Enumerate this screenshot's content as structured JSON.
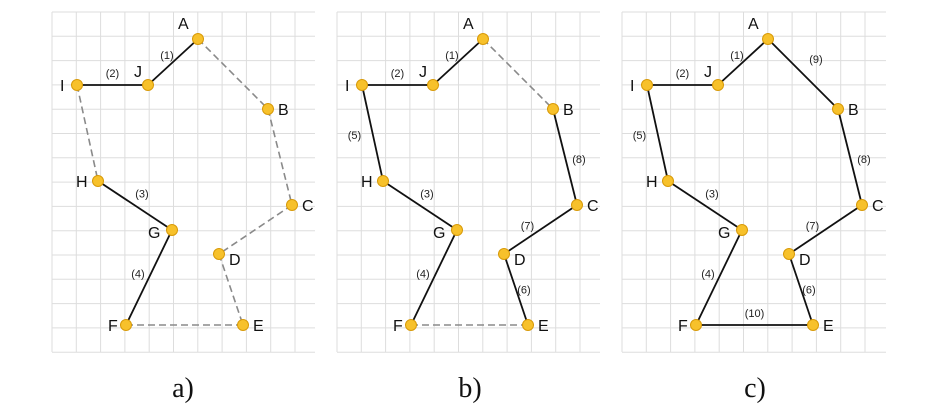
{
  "colors": {
    "grid": "#dddddd",
    "node_fill": "#f7c12b",
    "node_stroke": "#d89a08",
    "solid_edge": "#111111",
    "dashed_edge": "#8a8a8a"
  },
  "nodes": [
    "A",
    "B",
    "C",
    "D",
    "E",
    "F",
    "G",
    "H",
    "I",
    "J"
  ],
  "panels": [
    {
      "caption": "a)",
      "edges": [
        {
          "from": "A",
          "to": "J",
          "label": "(1)",
          "style": "solid"
        },
        {
          "from": "J",
          "to": "I",
          "label": "(2)",
          "style": "solid"
        },
        {
          "from": "H",
          "to": "G",
          "label": "(3)",
          "style": "solid"
        },
        {
          "from": "G",
          "to": "F",
          "label": "(4)",
          "style": "solid"
        },
        {
          "from": "A",
          "to": "B",
          "label": "",
          "style": "dashed"
        },
        {
          "from": "B",
          "to": "C",
          "label": "",
          "style": "dashed"
        },
        {
          "from": "C",
          "to": "D",
          "label": "",
          "style": "dashed"
        },
        {
          "from": "D",
          "to": "E",
          "label": "",
          "style": "dashed"
        },
        {
          "from": "E",
          "to": "F",
          "label": "",
          "style": "dashed"
        },
        {
          "from": "I",
          "to": "H",
          "label": "",
          "style": "dashed"
        }
      ]
    },
    {
      "caption": "b)",
      "edges": [
        {
          "from": "A",
          "to": "J",
          "label": "(1)",
          "style": "solid"
        },
        {
          "from": "J",
          "to": "I",
          "label": "(2)",
          "style": "solid"
        },
        {
          "from": "H",
          "to": "G",
          "label": "(3)",
          "style": "solid"
        },
        {
          "from": "G",
          "to": "F",
          "label": "(4)",
          "style": "solid"
        },
        {
          "from": "I",
          "to": "H",
          "label": "(5)",
          "style": "solid"
        },
        {
          "from": "D",
          "to": "E",
          "label": "(6)",
          "style": "solid"
        },
        {
          "from": "C",
          "to": "D",
          "label": "(7)",
          "style": "solid"
        },
        {
          "from": "B",
          "to": "C",
          "label": "(8)",
          "style": "solid"
        },
        {
          "from": "A",
          "to": "B",
          "label": "",
          "style": "dashed"
        },
        {
          "from": "E",
          "to": "F",
          "label": "",
          "style": "dashed"
        }
      ]
    },
    {
      "caption": "c)",
      "edges": [
        {
          "from": "A",
          "to": "J",
          "label": "(1)",
          "style": "solid"
        },
        {
          "from": "J",
          "to": "I",
          "label": "(2)",
          "style": "solid"
        },
        {
          "from": "H",
          "to": "G",
          "label": "(3)",
          "style": "solid"
        },
        {
          "from": "G",
          "to": "F",
          "label": "(4)",
          "style": "solid"
        },
        {
          "from": "I",
          "to": "H",
          "label": "(5)",
          "style": "solid"
        },
        {
          "from": "D",
          "to": "E",
          "label": "(6)",
          "style": "solid"
        },
        {
          "from": "C",
          "to": "D",
          "label": "(7)",
          "style": "solid"
        },
        {
          "from": "B",
          "to": "C",
          "label": "(8)",
          "style": "solid"
        },
        {
          "from": "A",
          "to": "B",
          "label": "(9)",
          "style": "solid"
        },
        {
          "from": "E",
          "to": "F",
          "label": "(10)",
          "style": "solid"
        }
      ]
    }
  ]
}
